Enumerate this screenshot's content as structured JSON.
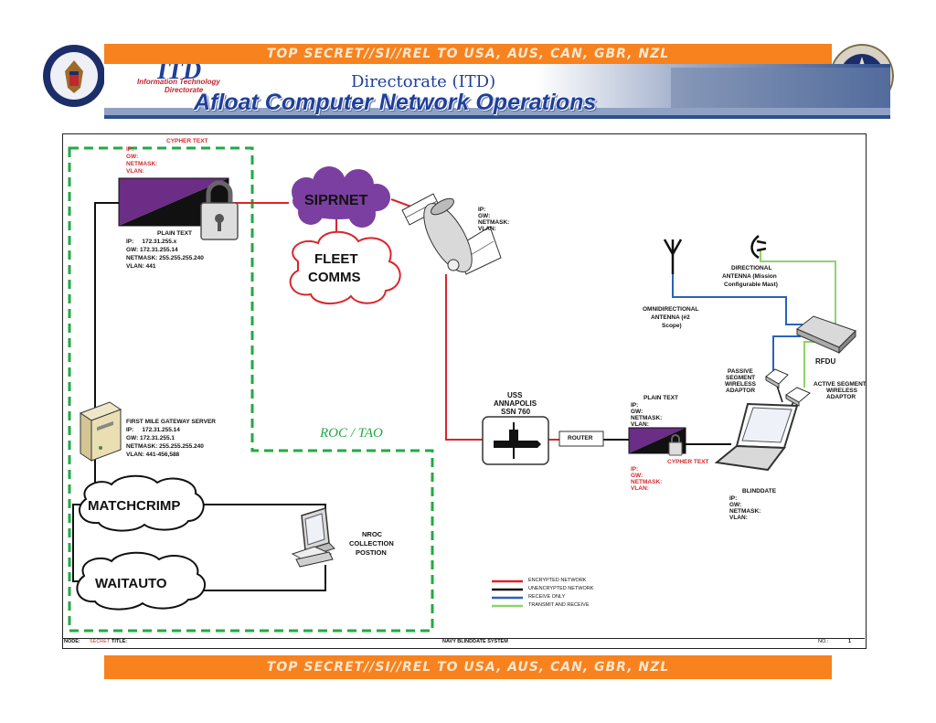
{
  "banner": {
    "top": "TOP SECRET//SI//REL TO USA, AUS, CAN, GBR, NZL",
    "bottom": "TOP SECRET//SI//REL TO USA, AUS, CAN, GBR, NZL"
  },
  "header": {
    "itd_logo_sub1": "Information Technology",
    "itd_logo_sub2": "Directorate",
    "directorate": "Directorate (ITD)",
    "title": "Afloat Computer Network Operations"
  },
  "diagram": {
    "cypher_top": {
      "title": "CYPHER TEXT",
      "lines": [
        "IP:",
        "GW:",
        "NETMASK:",
        "VLAN:"
      ]
    },
    "plain_top": {
      "title": "PLAIN TEXT",
      "lines": [
        "IP:     172.31.255.x",
        "GW: 172.31.255.14",
        "NETMASK: 255.255.255.240",
        "VLAN: 441"
      ]
    },
    "siprnet": "SIPRNET",
    "fleet_comms_1": "FLEET",
    "fleet_comms_2": "COMMS",
    "satellite_info": [
      "IP:",
      "GW:",
      "NETMASK:",
      "VLAN:"
    ],
    "omni_antenna": [
      "OMNIDIRECTIONAL",
      "ANTENNA (#2",
      "Scope)"
    ],
    "directional_antenna": [
      "DIRECTIONAL",
      "ANTENNA (Mission",
      "Configurable Mast)"
    ],
    "rfdu": "RFDU",
    "passive_adaptor": [
      "PASSIVE",
      "SEGMENT",
      "WIRELESS",
      "ADAPTOR"
    ],
    "active_adaptor": [
      "ACTIVE SEGMENT",
      "WIRELESS",
      "ADAPTOR"
    ],
    "gateway": {
      "title": "FIRST MILE GATEWAY SERVER",
      "lines": [
        "IP:     172.31.255.14",
        "GW: 172.31.255.1",
        "NETMASK: 255.255.255.240",
        "VLAN: 441-456,588"
      ]
    },
    "roc_tao": "ROC / TAO",
    "uss": [
      "USS",
      "ANNAPOLIS",
      "SSN 760"
    ],
    "router": "ROUTER",
    "plain_right": {
      "title": "PLAIN TEXT",
      "lines": [
        "IP:",
        "GW:",
        "NETMASK:",
        "VLAN:"
      ]
    },
    "cypher_right": {
      "title": "CYPHER TEXT",
      "lines": [
        "IP:",
        "GW:",
        "NETMASK:",
        "VLAN:"
      ]
    },
    "blinddate": {
      "title": "BLINDDATE",
      "lines": [
        "IP:",
        "GW:",
        "NETMASK:",
        "VLAN:"
      ]
    },
    "matchcrimp": "MATCHCRIMP",
    "waitauto": "WAITAUTO",
    "nroc": [
      "NROC",
      "COLLECTION",
      "POSTION"
    ]
  },
  "legend": [
    {
      "label": "ENCRYPTED NETWORK",
      "color": "#d8262b"
    },
    {
      "label": "UNENCRYPTED NETWORK",
      "color": "#111111"
    },
    {
      "label": "RECEIVE ONLY",
      "color": "#2a63b8"
    },
    {
      "label": "TRANSMIT AND RECEIVE",
      "color": "#8fd36b"
    }
  ],
  "footer": {
    "node": "NODE:",
    "classification": "SECRET",
    "title_label": "TITLE:",
    "system": "NAVY BLINDDATE SYSTEM",
    "no_label": "NO.:",
    "page": "1"
  },
  "colors": {
    "banner": "#f7821e",
    "purple": "#6b2d86",
    "encrypted": "#d8262b",
    "receive": "#2a63b8",
    "transmit": "#8fd36b",
    "dashed": "#22aa44"
  }
}
